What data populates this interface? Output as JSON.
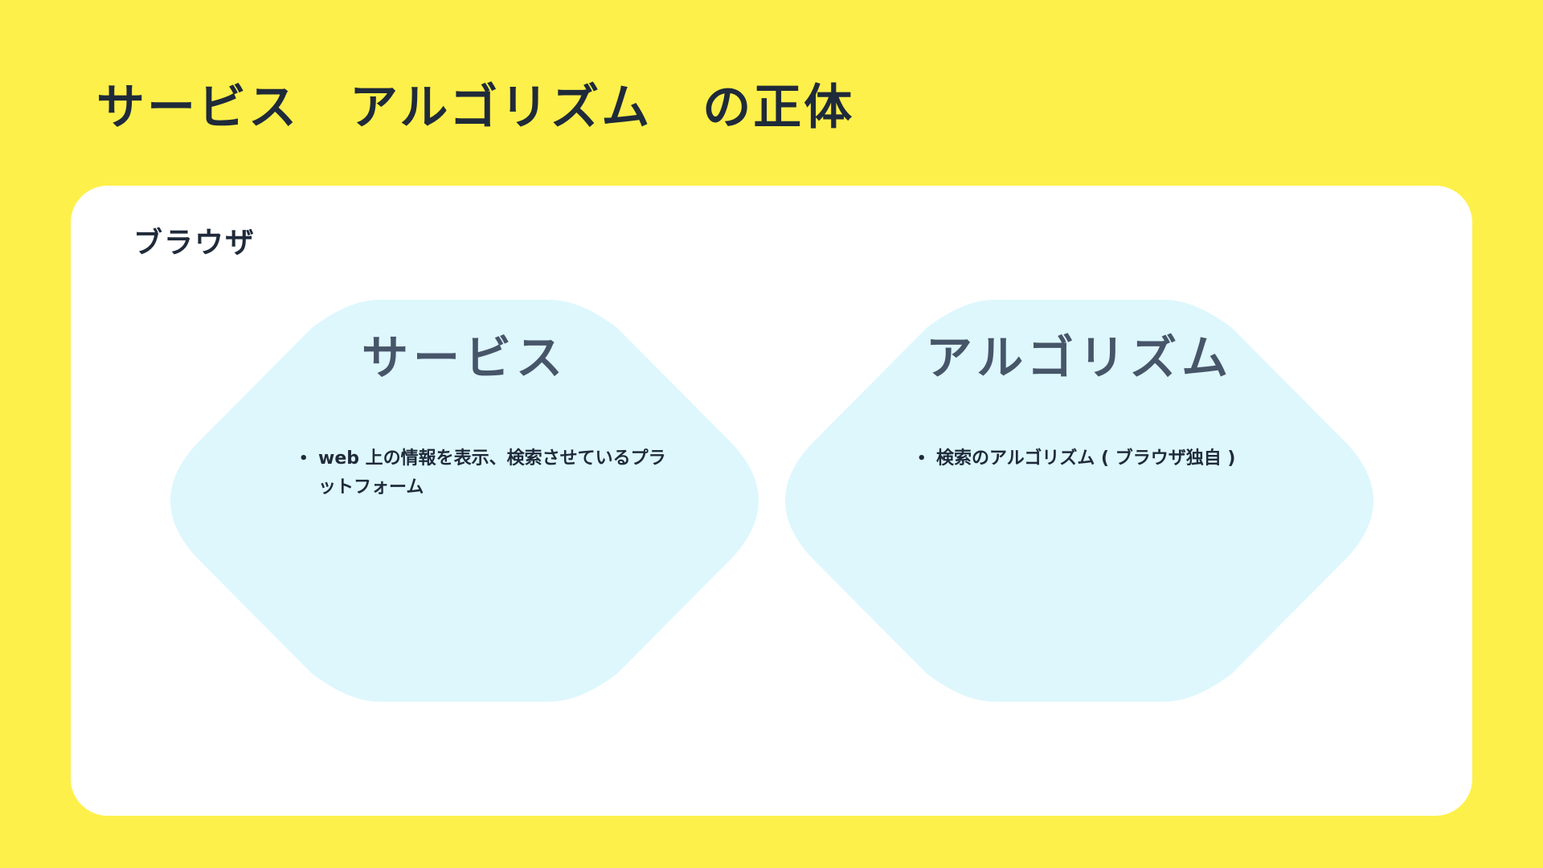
{
  "slide": {
    "title": "サービス　アルゴリズム　の正体",
    "card_label": "ブラウザ"
  },
  "hexagons": [
    {
      "title": "サービス",
      "bullets": [
        "web 上の情報を表示、検索させているプラットフォーム"
      ]
    },
    {
      "title": "アルゴリズム",
      "bullets": [
        "検索のアルゴリズム ( ブラウザ独自 )"
      ]
    }
  ],
  "colors": {
    "background": "#fef04a",
    "card": "#ffffff",
    "hexagon_fill": "#ddf7fd",
    "title_text": "#1f2a3a",
    "hexagon_title_text": "#475569"
  }
}
